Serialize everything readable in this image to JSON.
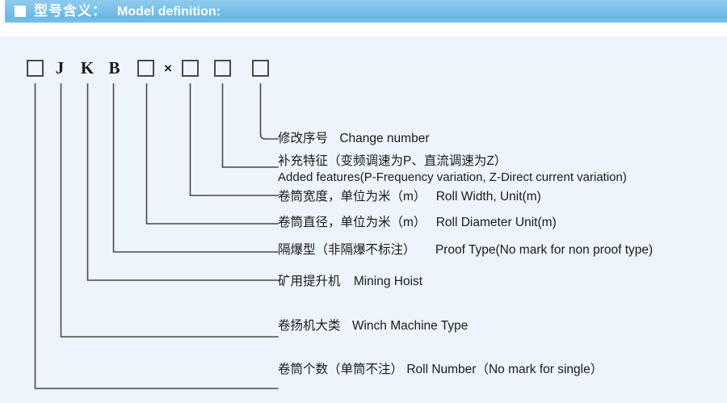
{
  "header": {
    "bullet_icon": "square-bullet-icon",
    "title_cn": "型号含义：",
    "title_en": "Model definition:",
    "bar_color": "#7ec2ea",
    "text_color": "#ffffff"
  },
  "panel": {
    "background": "#eef4fb"
  },
  "model_code": {
    "items": [
      {
        "type": "box",
        "label": "",
        "name": "code-box-roll-number"
      },
      {
        "type": "letter",
        "label": "J",
        "name": "code-letter-j"
      },
      {
        "type": "letter",
        "label": "K",
        "name": "code-letter-k"
      },
      {
        "type": "letter",
        "label": "B",
        "name": "code-letter-b"
      },
      {
        "type": "box",
        "label": "",
        "name": "code-box-proof-type"
      },
      {
        "type": "symbol",
        "label": "×",
        "name": "code-symbol-times"
      },
      {
        "type": "box",
        "label": "",
        "name": "code-box-roll-diameter"
      },
      {
        "type": "box",
        "label": "",
        "name": "code-box-roll-width"
      },
      {
        "type": "box",
        "label": "",
        "name": "code-box-added-features"
      }
    ]
  },
  "labels": [
    {
      "id": "change-number",
      "cn": "修改序号",
      "en": "Change number",
      "en2": ""
    },
    {
      "id": "added-features",
      "cn": "补充特征（变频调速为P、直流调速为Z）",
      "en": "",
      "en2": "Added features(P-Frequency variation, Z-Direct current variation)"
    },
    {
      "id": "roll-width",
      "cn": "卷筒宽度，单位为米（m）",
      "en": "Roll Width, Unit(m)",
      "en2": ""
    },
    {
      "id": "roll-diameter",
      "cn": "卷筒直径，单位为米（m）",
      "en": "Roll Diameter Unit(m)",
      "en2": ""
    },
    {
      "id": "proof-type",
      "cn": "隔爆型（非隔爆不标注）",
      "en": "Proof Type(No mark for non proof type)",
      "en2": ""
    },
    {
      "id": "mining-hoist",
      "cn": "矿用提升机",
      "en": "Mining Hoist",
      "en2": ""
    },
    {
      "id": "winch-machine-type",
      "cn": "卷扬机大类",
      "en": "Winch Machine Type",
      "en2": ""
    },
    {
      "id": "roll-number",
      "cn": "卷筒个数（单筒不注）",
      "en": "Roll Number（No mark for single）",
      "en2": ""
    }
  ]
}
